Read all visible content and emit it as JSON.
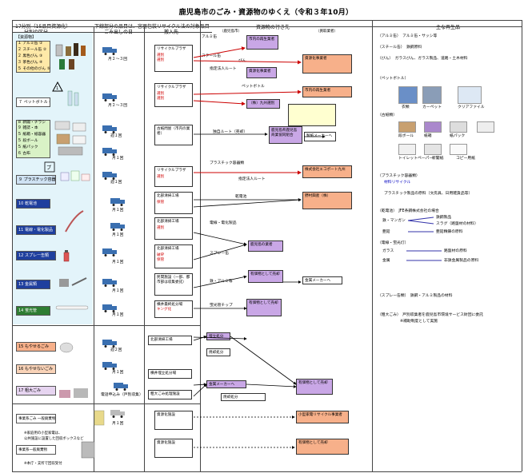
{
  "title": "鹿児島市のごみ・資源物のゆくえ（令和３年10月）",
  "headers": {
    "categories": "17分別（15品目資源化）",
    "note": "下線部分の品目は、容器包装リサイクル法の対象品目",
    "sort": "分別の区分",
    "collection": "ごみ出しの日",
    "facility": "搬入先",
    "destination": "資源物の行き先",
    "products": "主な再生品",
    "city_route": "（鹿児島市）",
    "buyer_route": "（買取業者）"
  },
  "resources_label": "【資源物】",
  "categories": [
    {
      "label": "１ アルミ缶 ①"
    },
    {
      "label": "２ スチール缶 ②"
    },
    {
      "label": "２ 黒色びん ③"
    },
    {
      "label": "３ 茶色びん ④"
    },
    {
      "label": "５ その他のびん ⑤"
    },
    {
      "label": "７ ペットボトル ⑥"
    },
    {
      "label": "８ 新聞・チラシ"
    },
    {
      "label": "９ 雑誌・本"
    },
    {
      "label": "５ 紙箱・紙容器"
    },
    {
      "label": "５ 段ボール"
    },
    {
      "label": "５ 紙パック"
    },
    {
      "label": "６ 古布"
    },
    {
      "label": "９ プラスチック容器類"
    },
    {
      "label": "10 乾電池"
    },
    {
      "label": "11 電線・電化製品"
    },
    {
      "label": "12 スプレー缶類"
    },
    {
      "label": "13 金属類"
    },
    {
      "label": "14 蛍光管"
    },
    {
      "label": "15 もやせるごみ"
    },
    {
      "label": "16 もやせないごみ"
    },
    {
      "label": "17 粗大ごみ"
    },
    {
      "label": "事業系ごみ 一般廃棄物"
    },
    {
      "label": "事業系一般廃棄物"
    }
  ],
  "collection_days": [
    "月２～３回",
    "月２～３回",
    "週１回",
    "月１回",
    "週１回",
    "月１回",
    "月１回",
    "月１回",
    "月１回",
    "月１回",
    "週２回",
    "月１回",
    "申し込み",
    "月１回",
    "電話申込み（戸別収集）"
  ],
  "facilities": [
    "リサイクルプラザ",
    "リサイクルプラザ",
    "古紙問屋（市内の業者）",
    "リサイクルプラザ",
    "北部清掃工場",
    "北部清掃工場",
    "北部清掃工場",
    "北部清掃工場",
    "民間施設（一部、都市部は収集委託）",
    "横井最終処分場",
    "北部清掃工場",
    "横井埋立処分場",
    "粗大ごみ処理施設",
    "資源化施設",
    "資源化施設"
  ],
  "notes": [
    "選別",
    "選別",
    "選別",
    "選別",
    "保管",
    "キング化",
    "選別",
    "破砕",
    "選別",
    "破砕",
    "選別",
    "保管"
  ],
  "routes": {
    "city": "独自ルート（売却）",
    "buyer": "指定法人ルート",
    "pet": "ペットボトル",
    "plastic": "プラスチック容器類",
    "battery": "乾電池",
    "wire": "電線・電化製品",
    "spray": "スプレー缶",
    "metal": "鉄・アルミ等",
    "fluor": "蛍光管チップ",
    "aluminum": "アルミ缶",
    "steel": "スチール缶",
    "bottle": "びん"
  },
  "destinations": [
    "市内の再生業者",
    "資源化事業者",
    "（株）九州選別",
    "鹿児島県鹿児島商業協同組合",
    "製紙メーカーへ",
    "株式会社エコポート九州",
    "野村興産（株）",
    "鹿児島の業者",
    "有価物として売却",
    "金属メーカーへ",
    "有価物として売却",
    "埋立処分",
    "焼却処分",
    "小型家電リサイクル事業者"
  ],
  "products": {
    "heading": "主な再生品",
    "aluminum": "（アルミ缶）　アルミ缶・サッシ等",
    "steel": "（スチール缶）　鉄鋼原料",
    "bottle": "（びん）　ガラスびん、ガラス製品、道路・土木材料",
    "pet": "（ペットボトル）",
    "pet_items": [
      "衣類",
      "カーペット",
      "クリアファイル"
    ],
    "paper": "（古紙類）",
    "paper_items": [
      "段ボール",
      "紙箱",
      "紙パック",
      "トイレットペーパー",
      "新聞紙",
      "コピー用紙"
    ],
    "plastic": "（プラスチック容器類）",
    "plastic_note": "材料リサイクル",
    "plastic_items": "プラスチック製品の原料（文房具、日用雑貨品等）",
    "battery": "（乾電池）　JFE条鋼株式会社の場合",
    "battery_items": [
      "鉄・マンガン",
      "亜鉛"
    ],
    "battery_out": [
      "鉄鋼製品",
      "スラグ（路盤材の材料）",
      "亜鉛精錬の原料"
    ],
    "fluor": "（電線・蛍光灯）",
    "fluor_items": [
      "ガラス",
      "金属"
    ],
    "fluor_out": [
      "路盤材の原料",
      "非鉄金属製品の原料"
    ],
    "spray": "（スプレー缶類）　鉄鋼・アルミ製品の材料",
    "other": "（粗大ごみ）　戸別収集者を鹿児島市環境サービス財団に委託",
    "other_note": "※補助制度として実施"
  },
  "footnotes": [
    "※家庭用の小型家電は、",
    "公共施設に設置した回収ボックスなど",
    "※本庁・支所で回収受付"
  ]
}
